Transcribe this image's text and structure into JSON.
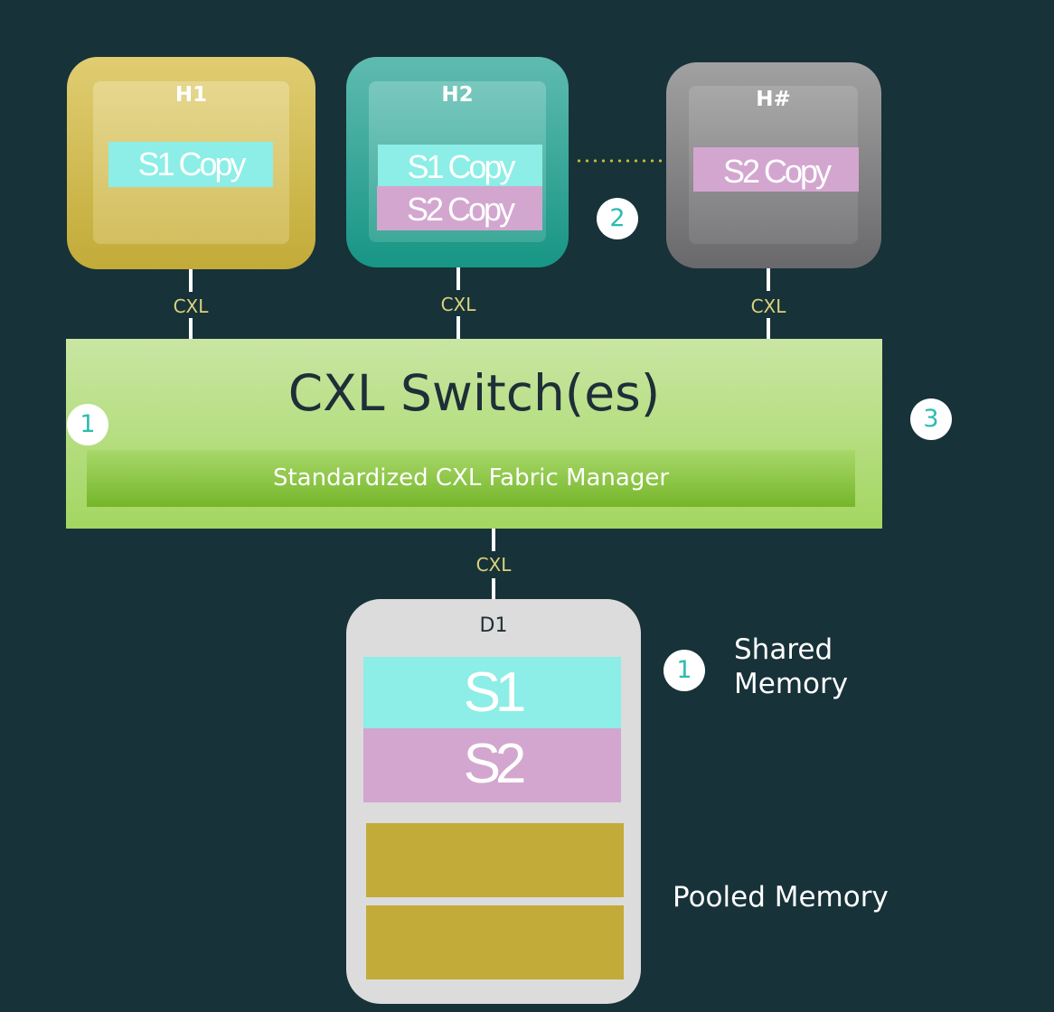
{
  "hosts": [
    {
      "id": "h1",
      "title": "H1",
      "copies": [
        "S1 Copy"
      ]
    },
    {
      "id": "h2",
      "title": "H2",
      "copies": [
        "S1 Copy",
        "S2 Copy"
      ]
    },
    {
      "id": "hn",
      "title": "H#",
      "copies": [
        "S2 Copy"
      ]
    }
  ],
  "links": {
    "label": "CXL"
  },
  "switch": {
    "title": "CXL Switch(es)",
    "fabric_manager": "Standardized CXL Fabric Manager"
  },
  "badges": [
    "1",
    "2",
    "3",
    "1"
  ],
  "device": {
    "title": "D1",
    "shared_segments": [
      "S1",
      "S2"
    ]
  },
  "legend": {
    "shared_line1": "Shared",
    "shared_line2": "Memory",
    "pooled": "Pooled Memory"
  },
  "colors": {
    "background": "#173238",
    "s1": "#8ceee6",
    "s2": "#d3a6cf",
    "pooled": "#c2ab38",
    "switch": "#a3d661",
    "badge_text": "#2bbcb0"
  }
}
